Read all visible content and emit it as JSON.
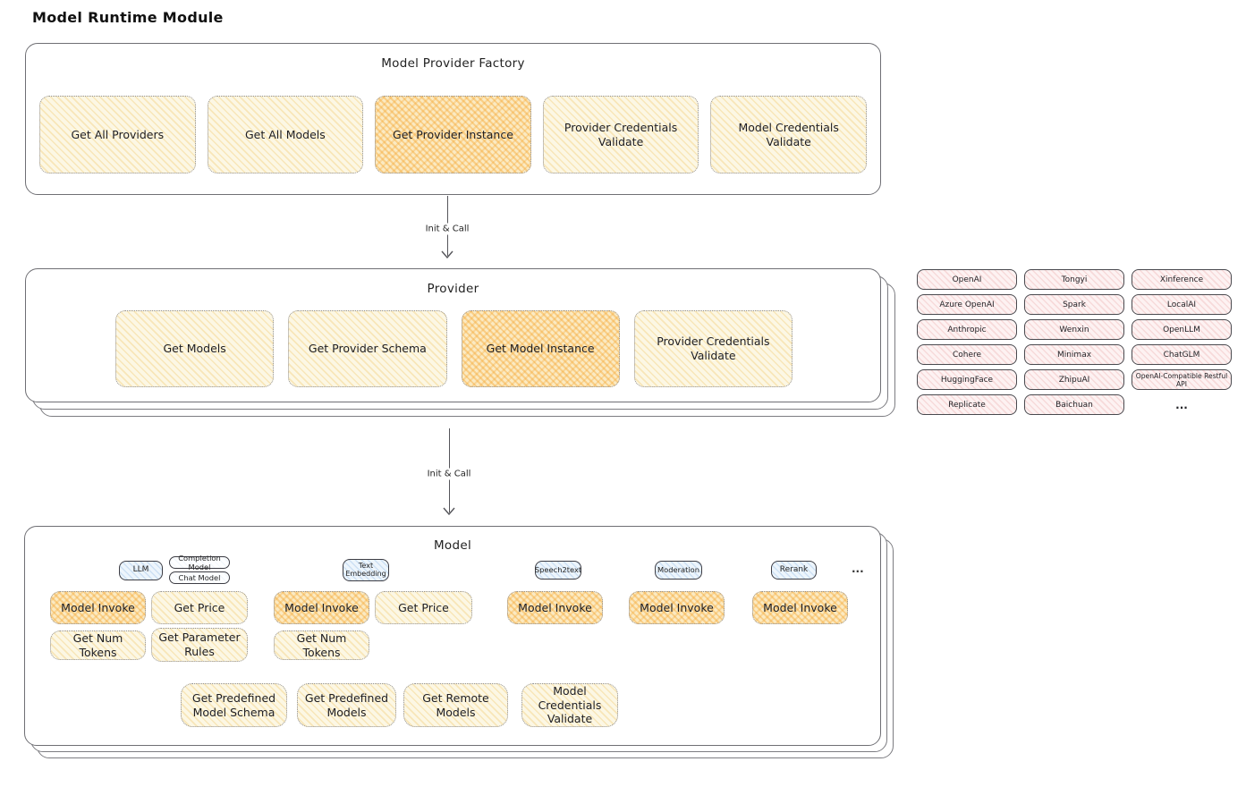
{
  "page_title": "Model Runtime Module",
  "arrows": {
    "top_label": "Init & Call",
    "bottom_label": "Init & Call"
  },
  "factory": {
    "title": "Model Provider Factory",
    "boxes": [
      {
        "label": "Get All Providers",
        "highlight": false
      },
      {
        "label": "Get All Models",
        "highlight": false
      },
      {
        "label": "Get Provider Instance",
        "highlight": true
      },
      {
        "label": "Provider Credentials Validate",
        "highlight": false
      },
      {
        "label": "Model Credentials Validate",
        "highlight": false
      }
    ]
  },
  "provider": {
    "title": "Provider",
    "boxes": [
      {
        "label": "Get Models",
        "highlight": false
      },
      {
        "label": "Get Provider Schema",
        "highlight": false
      },
      {
        "label": "Get Model Instance",
        "highlight": true
      },
      {
        "label": "Provider Credentials Validate",
        "highlight": false
      }
    ]
  },
  "providers_list": {
    "items": [
      "OpenAI",
      "Tongyi",
      "Xinference",
      "Azure OpenAI",
      "Spark",
      "LocalAI",
      "Anthropic",
      "Wenxin",
      "OpenLLM",
      "Cohere",
      "Minimax",
      "ChatGLM",
      "HuggingFace",
      "ZhipuAI",
      "OpenAI-Compatible Restful API",
      "Replicate",
      "Baichuan"
    ],
    "more_label": "..."
  },
  "model": {
    "title": "Model",
    "types": {
      "llm": "LLM",
      "completion_model": "Completion Model",
      "chat_model": "Chat Model",
      "text_embedding": "Text Embedding",
      "speech2text": "Speech2text",
      "moderation": "Moderation",
      "rerank": "Rerank",
      "more": "..."
    },
    "ops": {
      "model_invoke": "Model Invoke",
      "get_price": "Get Price",
      "get_num_tokens": "Get Num Tokens",
      "get_parameter_rules": "Get Parameter Rules"
    },
    "bottom": [
      "Get Predefined Model Schema",
      "Get Predefined Models",
      "Get Remote Models",
      "Model Credentials Validate"
    ]
  },
  "colors": {
    "op_fill": "#fcf7e4",
    "op_highlight": "#f5a631",
    "type_tab_fill": "#edf5fc",
    "provider_cell_fill": "#fdf2f2",
    "panel_border": "#6f6f74",
    "text": "#1d1d22"
  }
}
